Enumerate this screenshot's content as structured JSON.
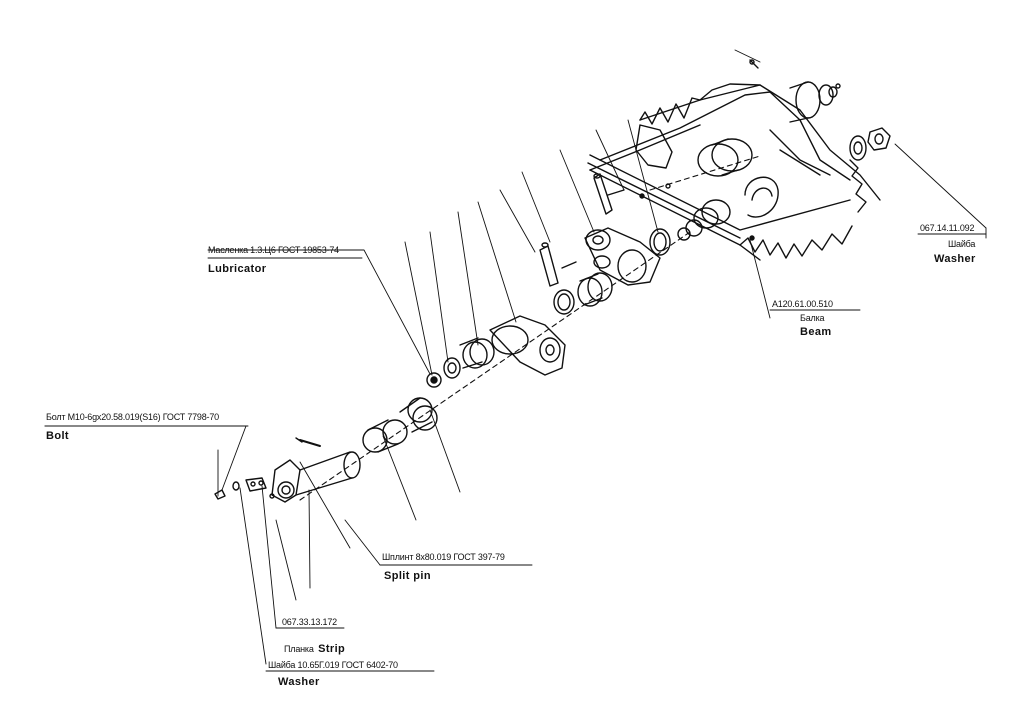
{
  "callouts": {
    "bolt": {
      "ru": "Болт М10-6gх20.58.019(S16) ГОСТ 7798-70",
      "en": "Bolt"
    },
    "lubricator": {
      "ru": "Масленка 1.3.Ц6 ГОСТ 19853-74",
      "en": "Lubricator"
    },
    "split_pin": {
      "ru": "Шплинт 8х80.019 ГОСТ 397-79",
      "en": "Split pin"
    },
    "strip": {
      "code": "067.33.13.172",
      "ru": "Планка",
      "en": "Strip"
    },
    "washer_left": {
      "ru": "Шайба 10.65Г.019 ГОСТ 6402-70",
      "en": "Washer"
    },
    "beam": {
      "code": "А120.61.00.510",
      "ru": "Балка",
      "en": "Beam"
    },
    "washer_right": {
      "code": "067.14.11.092",
      "ru": "Шайба",
      "en": "Washer"
    }
  },
  "icons": {
    "diagram": "exploded-assembly-drawing"
  }
}
